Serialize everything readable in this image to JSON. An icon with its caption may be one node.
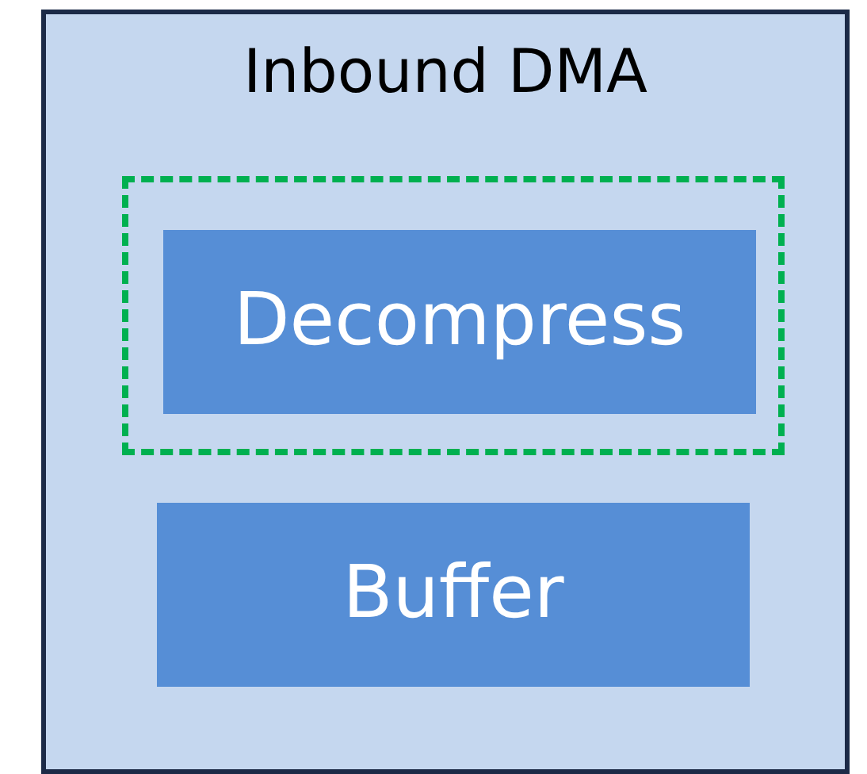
{
  "diagram": {
    "nodes": [
      {
        "text": [
          "Inbound DMA"
        ]
      },
      {
        "text": [],
        "shape": "box",
        "in": 0
      },
      {
        "text": [
          "Decompress"
        ],
        "in": 1
      },
      {
        "text": [
          "Buffer"
        ],
        "in": 0
      }
    ]
  }
}
